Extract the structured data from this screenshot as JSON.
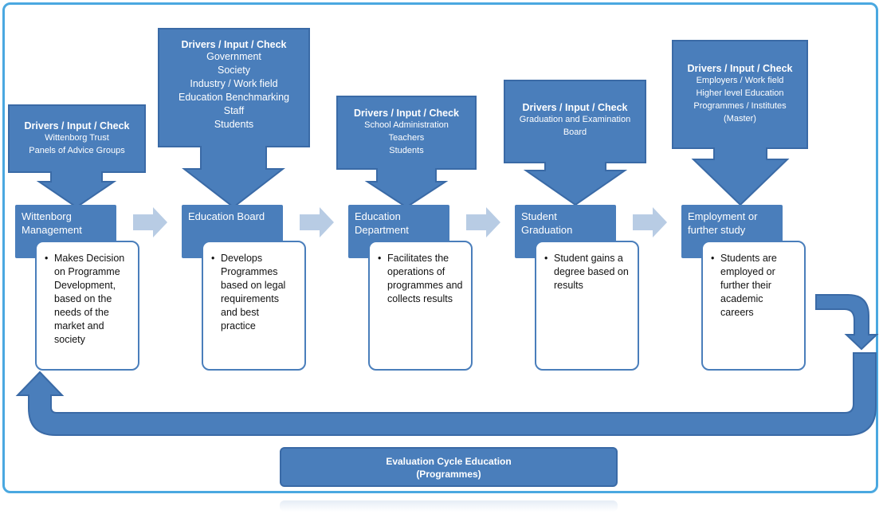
{
  "stages": [
    {
      "title": "Wittenborg Management",
      "callout": {
        "heading": "Drivers / Input / Check",
        "lines": [
          "Wittenborg Trust",
          "Panels of Advice Groups"
        ]
      },
      "card": "Makes Decision on Programme Development, based on the needs of the market and society"
    },
    {
      "title": "Education Board",
      "callout": {
        "heading": "Drivers / Input / Check",
        "lines": [
          "Government",
          "Society",
          "Industry / Work field",
          "Education Benchmarking",
          "Staff",
          "Students"
        ]
      },
      "card": "Develops Programmes based on legal requirements and best practice"
    },
    {
      "title": "Education Department",
      "callout": {
        "heading": "Drivers / Input / Check",
        "lines": [
          "School Administration",
          "Teachers",
          "Students"
        ]
      },
      "card": "Facilitates the operations of programmes and collects results"
    },
    {
      "title": "Student Graduation",
      "callout": {
        "heading": "Drivers / Input / Check",
        "lines": [
          "Graduation  and Examination",
          "Board"
        ]
      },
      "card": "Student gains a degree based on results"
    },
    {
      "title": "Employment or further study",
      "callout": {
        "heading": "Drivers / Input / Check",
        "lines": [
          "Employers / Work field",
          "Higher level Education",
          "Programmes / Institutes",
          "(Master)"
        ]
      },
      "card": "Students are employed or further their academic careers"
    }
  ],
  "evaluation": {
    "line1": "Evaluation Cycle Education",
    "line2": "(Programmes)"
  },
  "bullet": "•",
  "colors": {
    "box": "#4a7ebb",
    "border": "#3a6aa6",
    "chevron": "#b8cce4",
    "frame": "#4aa8e0"
  }
}
